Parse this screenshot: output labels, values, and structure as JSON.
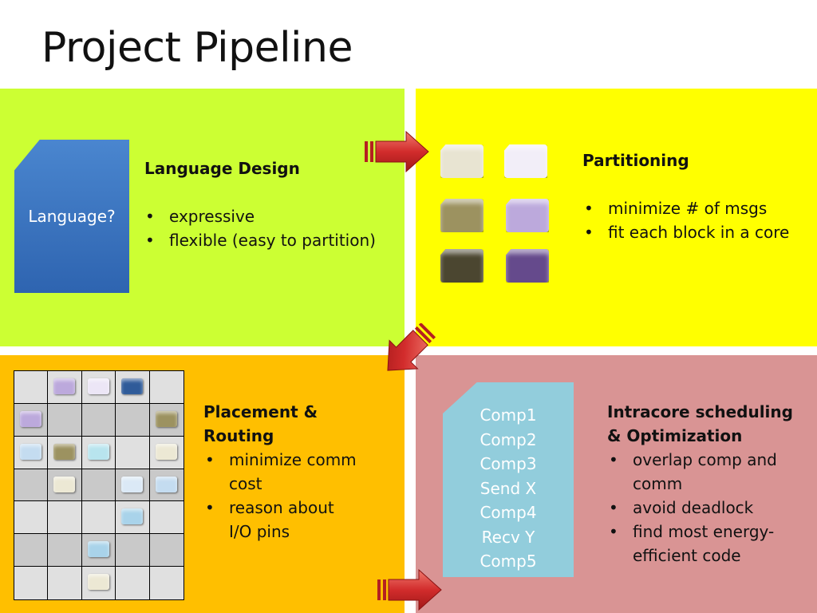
{
  "slide": {
    "title": "Project Pipeline"
  },
  "language_quadrant": {
    "doc_label": "Language?",
    "heading": "Language Design",
    "bullets": [
      "expressive",
      "flexible (easy to partition)"
    ],
    "background": "#ccff33"
  },
  "partitioning_quadrant": {
    "heading": "Partitioning",
    "bullets": [
      "minimize # of msgs",
      "fit each block in a core"
    ],
    "background": "#ffff00",
    "block_colors": [
      "#e8e4d2",
      "#f2eef8",
      "#9c9260",
      "#bca9dc",
      "#4b4630",
      "#654a8c"
    ]
  },
  "placement_quadrant": {
    "heading_line1": "Placement &",
    "heading_line2": "Routing",
    "bullets": [
      "minimize comm cost",
      "reason about I/O pins"
    ],
    "background": "#ffbf00",
    "grid_block_colors": {
      "lavender": "#bca9dc",
      "pale_lavender": "#ece6f6",
      "navy": "#2f5b99",
      "olive": "#9c9260",
      "light_blue": "#c4dcf0",
      "cyan": "#b8e4ee",
      "cream": "#ece8d4",
      "pale_blue": "#dbe9f6",
      "blue": "#a9d3ea"
    }
  },
  "scheduling_quadrant": {
    "code_lines": [
      "Comp1",
      "Comp2",
      "Comp3",
      "Send X",
      "Comp4",
      "Recv Y",
      "Comp5"
    ],
    "heading_line1": "Intracore scheduling",
    "heading_line2": "& Optimization",
    "bullets": [
      "overlap comp and comm",
      "avoid deadlock",
      "find most energy-efficient code"
    ],
    "background": "#d99494"
  },
  "arrows": {
    "color": "#d22c2c"
  }
}
